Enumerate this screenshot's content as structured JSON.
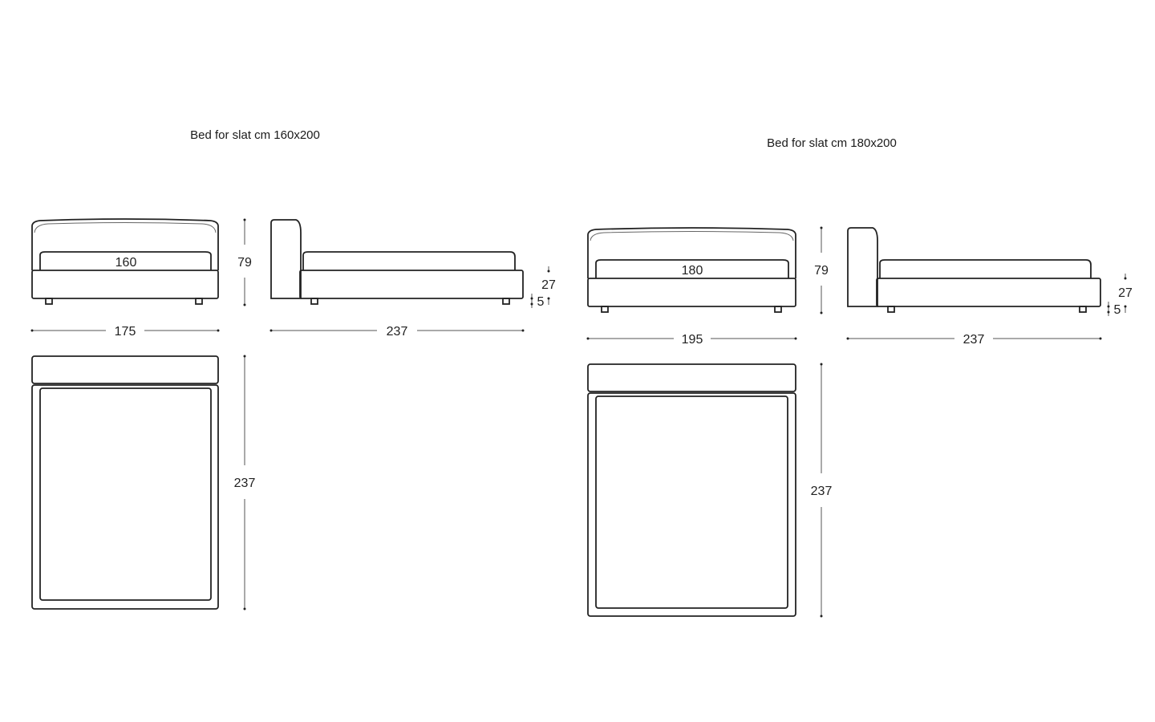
{
  "beds": [
    {
      "title": "Bed for slat cm 160x200",
      "mattress_width": "160",
      "overall_width": "175",
      "height": "79",
      "side_length": "237",
      "base_height": "27",
      "leg_height": "5",
      "top_length": "237"
    },
    {
      "title": "Bed for slat cm 180x200",
      "mattress_width": "180",
      "overall_width": "195",
      "height": "79",
      "side_length": "237",
      "base_height": "27",
      "leg_height": "5",
      "top_length": "237"
    }
  ]
}
